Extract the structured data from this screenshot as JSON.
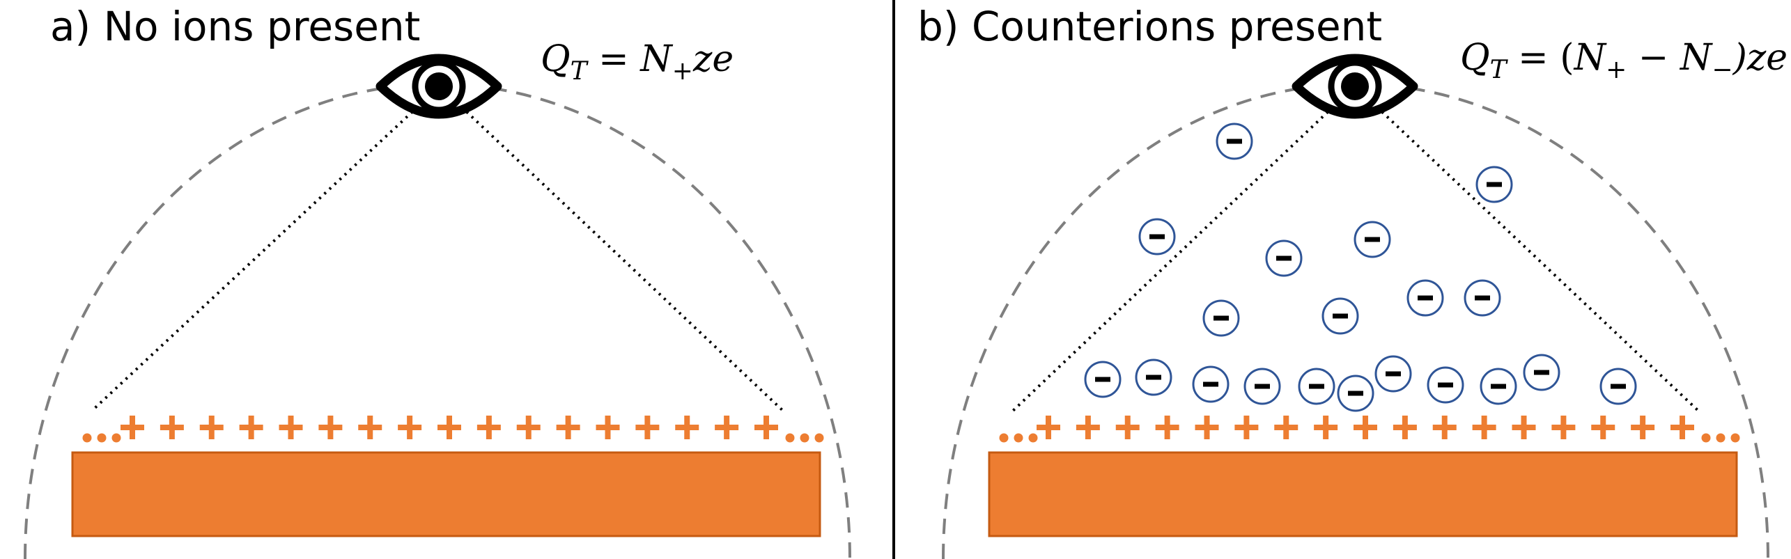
{
  "colors": {
    "surface": "#ED7D31",
    "surface_stroke": "#C55A11",
    "charge_plus": "#ED7D31",
    "ion_ring": "#2F5597",
    "ion_minus": "#000000",
    "boundary": "#7F7F7F",
    "eye": "#000000",
    "divider": "#000000"
  },
  "panels": [
    {
      "title": "a) No ions present",
      "formula": {
        "q": "Q",
        "q_sub": "T",
        "eq": " = ",
        "body": "N",
        "body_sub": "+",
        "tail": "ze"
      },
      "plus_count": 17,
      "counterions": false
    },
    {
      "title": "b) Counterions present",
      "formula": {
        "q": "Q",
        "q_sub": "T",
        "eq": " = (",
        "body": "N",
        "body_sub": "+",
        "mid": " − ",
        "body2": "N",
        "body2_sub": "−",
        "tail": ")ze"
      },
      "plus_count": 17,
      "counterions": true
    }
  ],
  "icons": [
    "eye-icon",
    "plus-charge-icon",
    "ellipsis-icon",
    "negative-ion-icon"
  ]
}
